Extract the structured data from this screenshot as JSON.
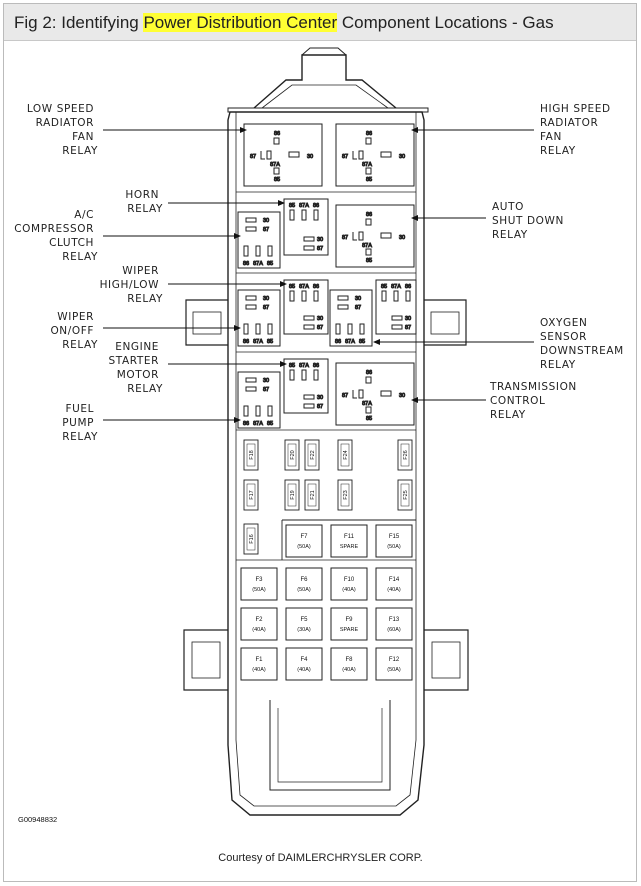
{
  "title": {
    "prefix": "Fig 2: Identifying ",
    "highlight": "Power Distribution Center",
    "suffix": " Component Locations - Gas",
    "highlight_color": "#ffff33"
  },
  "labels": {
    "low_speed_fan": [
      "LOW SPEED",
      "RADIATOR",
      "FAN",
      "RELAY"
    ],
    "high_speed_fan": [
      "HIGH SPEED",
      "RADIATOR",
      "FAN",
      "RELAY"
    ],
    "horn": [
      "HORN",
      "RELAY"
    ],
    "ac_clutch": [
      "A/C",
      "COMPRESSOR",
      "CLUTCH",
      "RELAY"
    ],
    "auto_shutdown": [
      "AUTO",
      "SHUT DOWN",
      "RELAY"
    ],
    "wiper_high_low": [
      "WIPER",
      "HIGH/LOW",
      "RELAY"
    ],
    "wiper_on_off": [
      "WIPER",
      "ON/OFF",
      "RELAY"
    ],
    "oxygen_sensor": [
      "OXYGEN",
      "SENSOR",
      "DOWNSTREAM",
      "RELAY"
    ],
    "engine_starter": [
      "ENGINE",
      "STARTER",
      "MOTOR",
      "RELAY"
    ],
    "transmission": [
      "TRANSMISSION",
      "CONTROL",
      "RELAY"
    ],
    "fuel_pump": [
      "FUEL",
      "PUMP",
      "RELAY"
    ]
  },
  "pins": {
    "p86": "86",
    "p87": "87",
    "p87a": "87A",
    "p85": "85",
    "p30": "30"
  },
  "mini_fuses": [
    "F18",
    "F20",
    "F22",
    "F24",
    "F26",
    "F17",
    "F19",
    "F21",
    "F23",
    "F25",
    "F16"
  ],
  "maxi_fuses": [
    {
      "id": "F7",
      "rating": "(50A)"
    },
    {
      "id": "F11",
      "rating": "SPARE"
    },
    {
      "id": "F15",
      "rating": "(50A)"
    },
    {
      "id": "F3",
      "rating": "(50A)"
    },
    {
      "id": "F6",
      "rating": "(50A)"
    },
    {
      "id": "F10",
      "rating": "(40A)"
    },
    {
      "id": "F14",
      "rating": "(40A)"
    },
    {
      "id": "F2",
      "rating": "(40A)"
    },
    {
      "id": "F5",
      "rating": "(30A)"
    },
    {
      "id": "F9",
      "rating": "SPARE"
    },
    {
      "id": "F13",
      "rating": "(60A)"
    },
    {
      "id": "F1",
      "rating": "(40A)"
    },
    {
      "id": "F4",
      "rating": "(40A)"
    },
    {
      "id": "F8",
      "rating": "(40A)"
    },
    {
      "id": "F12",
      "rating": "(50A)"
    }
  ],
  "figure_id": "G00948832",
  "courtesy": "Courtesy of DAIMLERCHRYSLER CORP."
}
